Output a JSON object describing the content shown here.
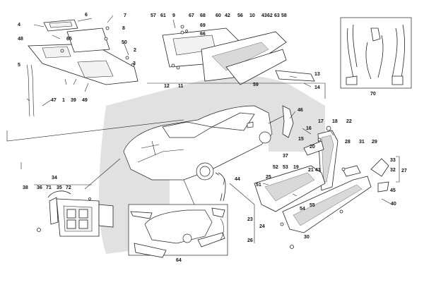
{
  "watermark_color": "#c8c8c8",
  "callouts": {
    "n1": "1",
    "n2": "2",
    "n3": "3",
    "n4": "4",
    "n5": "5",
    "n6": "6",
    "n7": "7",
    "n8": "8",
    "n9": "9",
    "n10": "10",
    "n11": "11",
    "n12": "12",
    "n13": "13",
    "n14": "14",
    "n15": "15",
    "n16": "16",
    "n17": "17",
    "n18": "18",
    "n19": "19",
    "n20": "20",
    "n21": "21",
    "n22": "22",
    "n23": "23",
    "n24": "24",
    "n25": "25",
    "n26": "26",
    "n27": "27",
    "n28": "28",
    "n29": "29",
    "n30": "30",
    "n31": "31",
    "n32": "32",
    "n33": "33",
    "n34": "34",
    "n35": "35",
    "n36": "36",
    "n37": "37",
    "n38": "38",
    "n39": "39",
    "n40": "40",
    "n41": "41",
    "n42": "42",
    "n43": "43",
    "n44": "44",
    "n45": "45",
    "n46": "46",
    "n47": "47",
    "n48": "48",
    "n49": "49",
    "n50": "50",
    "n51": "51",
    "n52": "52",
    "n53": "53",
    "n54": "54",
    "n55": "55",
    "n56": "56",
    "n57": "57",
    "n58": "58",
    "n59": "59",
    "n60": "60",
    "n61": "61",
    "n62": "62",
    "n63": "63",
    "n64": "64",
    "n65": "65",
    "n66": "66",
    "n67": "67",
    "n68": "68",
    "n69": "69",
    "n70": "70",
    "n71": "71",
    "n72": "72"
  }
}
